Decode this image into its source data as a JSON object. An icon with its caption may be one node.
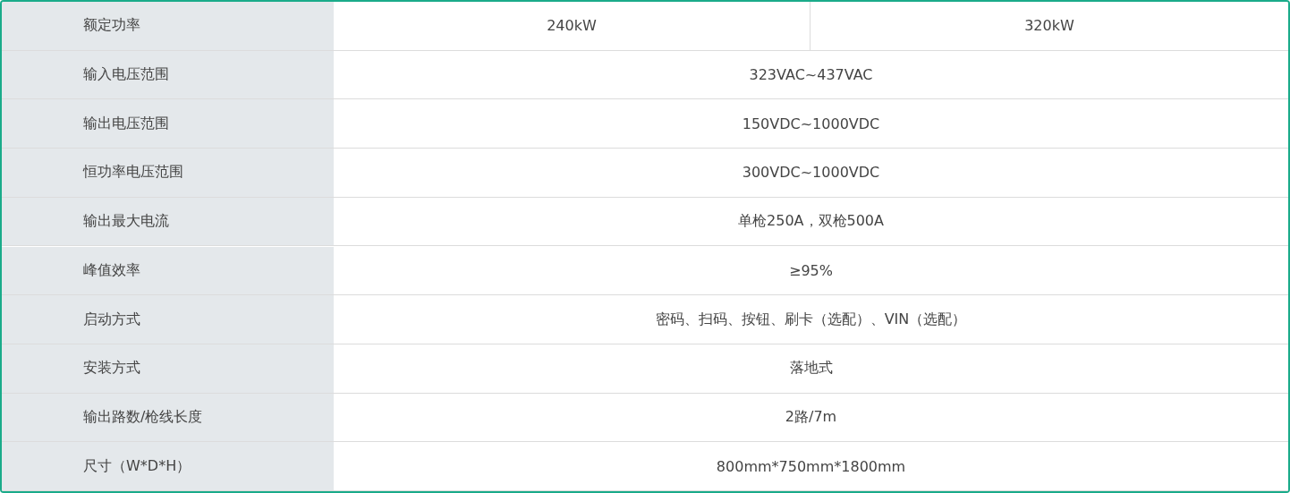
{
  "diagram": {
    "labels": [
      "额定功率",
      "240kW",
      "320kW",
      "输入电压范围",
      "323VAC~437VAC",
      "输出电压范围",
      "150VDC~1000VDC",
      "恒功率电压范围",
      "300VDC~1000VDC",
      "输出最大电流",
      "单枪250A，双枪500A",
      "峰值效率",
      "≥95%",
      "启动方式",
      "密码、扫码、按钮、刷卡（选配）、VIN（选配）",
      "安装方式",
      "落地式",
      "输出路数/枪线长度",
      "2路/7m",
      "尺寸（W*D*H）",
      "800mm*750mm*1800mm"
    ]
  }
}
